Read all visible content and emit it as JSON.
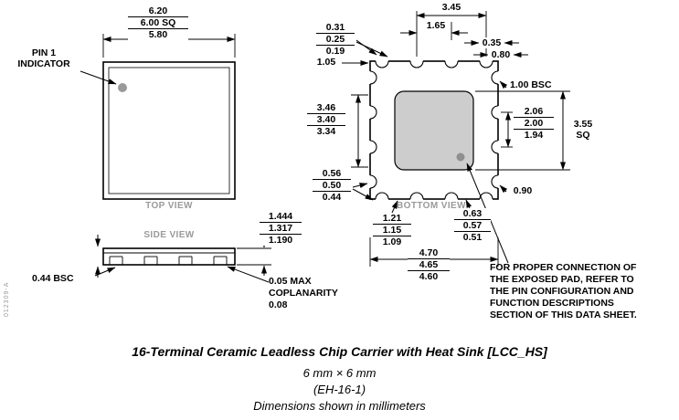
{
  "drawing": {
    "side_code": "012309-A"
  },
  "colors": {
    "pad_fill": "#cdcdcd",
    "pin1_dot": "#9a9a9a",
    "pad_pin_dot": "#8f8f8f",
    "view_label_gray": "#9a9a9a"
  },
  "top_view": {
    "label": "TOP VIEW",
    "pin1_line1": "PIN 1",
    "pin1_line2": "INDICATOR",
    "size": [
      "6.20",
      "6.00 SQ",
      "5.80"
    ]
  },
  "side_view": {
    "label": "SIDE VIEW",
    "height": [
      "1.444",
      "1.317",
      "1.190"
    ],
    "pitch": "0.44 BSC",
    "coplanarity": [
      "0.05 MAX",
      "COPLANARITY",
      "0.08"
    ]
  },
  "bottom_view": {
    "label": "BOTTOM VIEW",
    "span_top": "3.45",
    "pitch": "1.65",
    "terminal_width": [
      "0.31",
      "0.25",
      "0.19"
    ],
    "corner_a": "0.35",
    "corner_b": "0.80",
    "end_offset": "1.05",
    "bsc": "1.00 BSC",
    "pad_offset": [
      "2.06",
      "2.00",
      "1.94"
    ],
    "pad_size": [
      "3.55",
      "SQ"
    ],
    "side_span": [
      "3.46",
      "3.40",
      "3.34"
    ],
    "terminal_len": [
      "0.56",
      "0.50",
      "0.44"
    ],
    "bottom_a": [
      "1.21",
      "1.15",
      "1.09"
    ],
    "bottom_b": [
      "0.63",
      "0.57",
      "0.51"
    ],
    "corner_c": "0.90",
    "overall": [
      "4.70",
      "4.65",
      "4.60"
    ],
    "note": [
      "FOR PROPER CONNECTION OF",
      "THE EXPOSED PAD, REFER TO",
      "THE PIN CONFIGURATION AND",
      "FUNCTION DESCRIPTIONS",
      "SECTION OF THIS DATA SHEET."
    ]
  },
  "captions": {
    "title": "16-Terminal Ceramic Leadless Chip Carrier with Heat Sink [LCC_HS]",
    "size": "6 mm × 6 mm",
    "code": "(EH-16-1)",
    "units": "Dimensions shown in millimeters"
  }
}
